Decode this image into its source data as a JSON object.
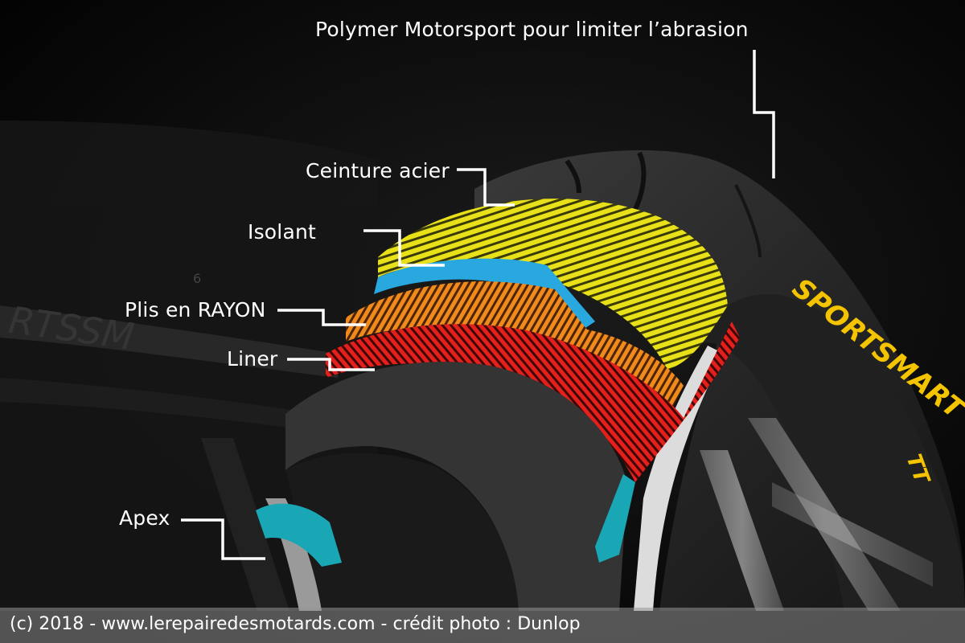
{
  "labels": {
    "polymer": "Polymer Motorsport pour limiter l’abrasion",
    "ceinture": "Ceinture acier",
    "isolant": "Isolant",
    "plis": "Plis en RAYON",
    "liner": "Liner",
    "apex": "Apex"
  },
  "brand": {
    "sidewall": "SPORTSMART",
    "suffix": "TT",
    "mark": "6"
  },
  "credit": "(c) 2018 - www.lerepairedesmotards.com - crédit photo : Dunlop",
  "colors": {
    "background": "#050505",
    "tyre": "#2a2a2a",
    "steel_belt": "#e8e11a",
    "insulator": "#29a8e0",
    "rayon_plies_orange": "#f08a1c",
    "rayon_plies_red": "#e3201b",
    "liner": "#3a3a3a",
    "apex": "#1aa7b5",
    "brand_text": "#f5c400",
    "label_text": "#ffffff"
  }
}
